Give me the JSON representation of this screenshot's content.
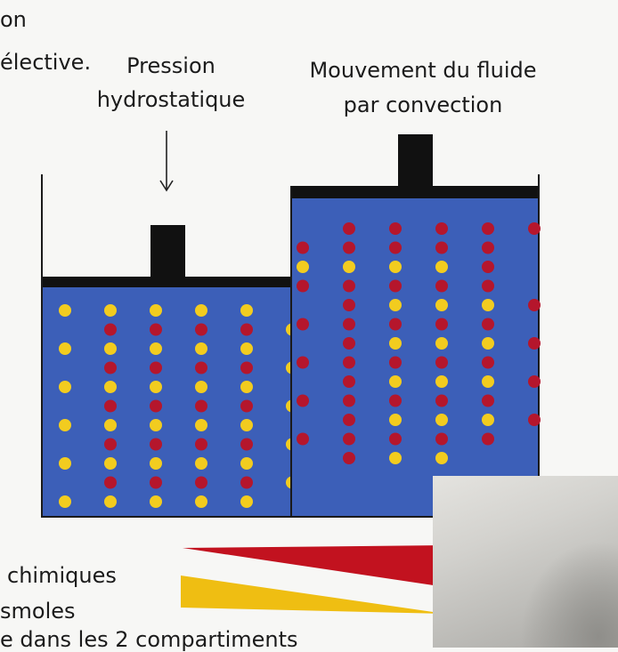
{
  "texts": {
    "top_left_line1": "on",
    "top_left_line2": "élective.",
    "pressure_label_1": "Pression",
    "pressure_label_2": "hydrostatique",
    "movement_label_1": "Mouvement du fluide",
    "movement_label_2": "par convection",
    "bottom_line1": "chimiques",
    "bottom_line2": "smoles",
    "bottom_line3": "e dans les 2 compartiments"
  },
  "colors": {
    "water": "#3c5fb8",
    "wall": "#1a1a1a",
    "particle_red": "#b5162c",
    "particle_yellow": "#f2cc1f",
    "wedge_red": "#c2121f",
    "wedge_yellow": "#efbe12"
  },
  "icons": {
    "arrow": "down-arrow-icon"
  },
  "compartments": [
    {
      "name": "left",
      "particle_rows": [
        "YYYYY",
        " RRRRY",
        "YYYYY",
        " RRRRY",
        "YYYYY",
        " RRRRY",
        "YYYYY",
        " RRRRY",
        "YYYYY",
        " RRRRY",
        "YYYYY"
      ]
    },
    {
      "name": "right",
      "particle_rows": [
        " RRRRR",
        "RRRRR",
        "YYYYR",
        "RRRRR",
        " RYYYR",
        "RRRRR",
        " RYYYR",
        "RRRRR",
        " RYYYR",
        "RRRRR",
        " RYYYR",
        "RRRRR",
        " RYY"
      ]
    }
  ]
}
